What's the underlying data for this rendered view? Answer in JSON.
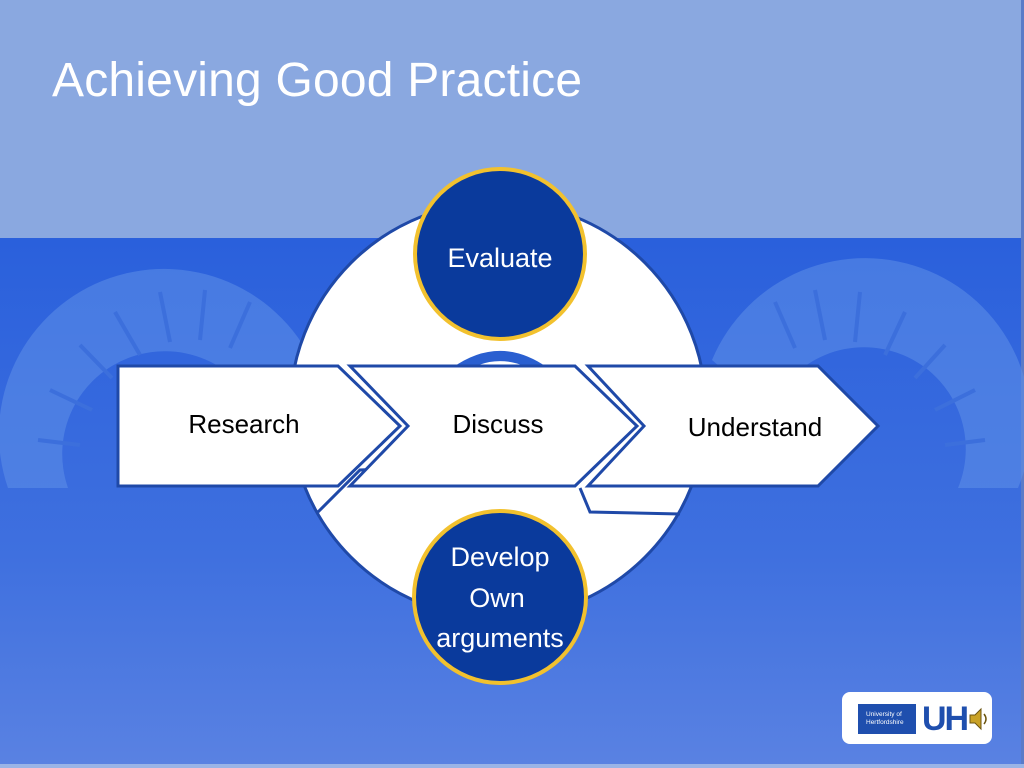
{
  "slide": {
    "title": "Achieving Good Practice"
  },
  "diagram": {
    "top_circle": "Evaluate",
    "bottom_circle": [
      "Develop",
      "Own",
      "arguments"
    ],
    "chevrons": [
      "Research",
      "Discuss",
      "Understand"
    ]
  },
  "logo": {
    "line1": "University of",
    "line2": "Hertfordshire",
    "mark": "UH",
    "icon": "speaker-icon"
  },
  "colors": {
    "top_band": "#8aa8e0",
    "bottom_band": "#2a60dc",
    "circle_fill": "#0a3a9c",
    "circle_ring": "#f2c12e",
    "arrow_fill": "#ffffff",
    "arrow_stroke": "#1f49a8",
    "text_dark": "#000000"
  }
}
